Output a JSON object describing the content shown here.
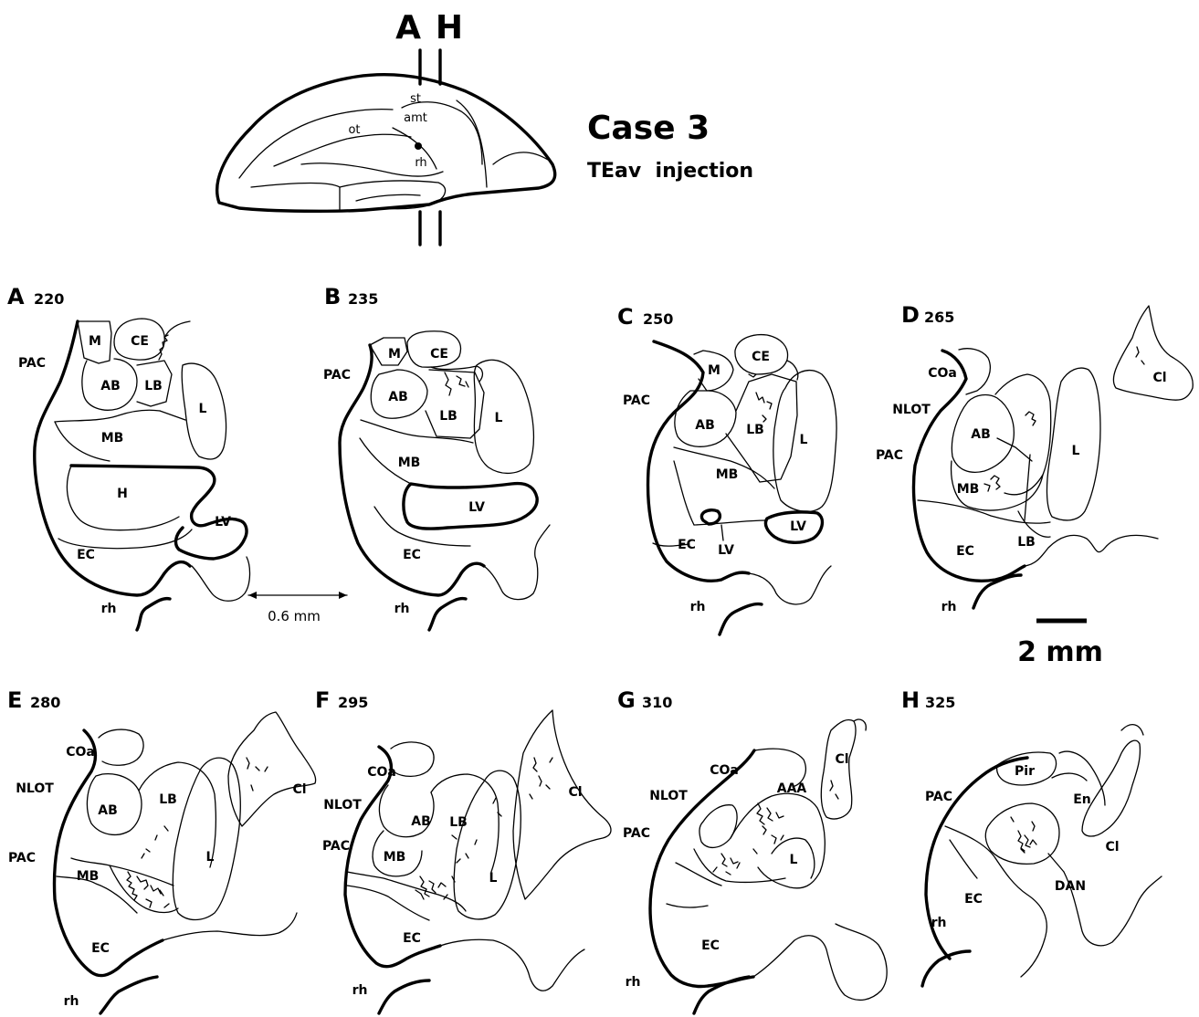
{
  "brain": {
    "markers": [
      "A",
      "H"
    ],
    "labels": [
      "st",
      "amt",
      "ot",
      "rh"
    ]
  },
  "title": {
    "case": "Case 3",
    "subtitle": "TEav  injection"
  },
  "scale": {
    "bar_small": "0.6 mm",
    "bar_large": "2 mm"
  },
  "panels": [
    {
      "letter": "A",
      "number": "220",
      "labels": [
        "M",
        "CE",
        "PAC",
        "AB",
        "LB",
        "L",
        "MB",
        "H",
        "LV",
        "EC",
        "rh"
      ]
    },
    {
      "letter": "B",
      "number": "235",
      "labels": [
        "M",
        "CE",
        "PAC",
        "AB",
        "LB",
        "L",
        "MB",
        "LV",
        "EC",
        "rh"
      ]
    },
    {
      "letter": "C",
      "number": "250",
      "labels": [
        "M",
        "CE",
        "PAC",
        "AB",
        "LB",
        "L",
        "MB",
        "LV",
        "EC",
        "LV",
        "rh"
      ]
    },
    {
      "letter": "D",
      "number": "265",
      "labels": [
        "COa",
        "NLOT",
        "PAC",
        "AB",
        "MB",
        "L",
        "Cl",
        "EC",
        "LB",
        "rh"
      ]
    },
    {
      "letter": "E",
      "number": "280",
      "labels": [
        "COa",
        "NLOT",
        "AB",
        "LB",
        "PAC",
        "MB",
        "L",
        "Cl",
        "EC",
        "rh"
      ]
    },
    {
      "letter": "F",
      "number": "295",
      "labels": [
        "COa",
        "NLOT",
        "AB",
        "LB",
        "PAC",
        "MB",
        "L",
        "Cl",
        "EC",
        "rh"
      ]
    },
    {
      "letter": "G",
      "number": "310",
      "labels": [
        "COa",
        "NLOT",
        "AAA",
        "Cl",
        "PAC",
        "L",
        "EC",
        "rh"
      ]
    },
    {
      "letter": "H",
      "number": "325",
      "labels": [
        "Pir",
        "PAC",
        "En",
        "Cl",
        "EC",
        "DAN",
        "rh"
      ]
    }
  ]
}
